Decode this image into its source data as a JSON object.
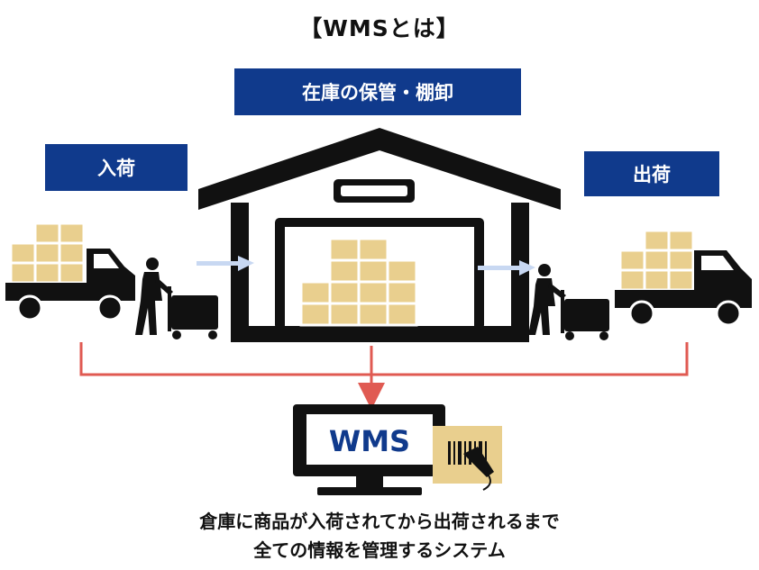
{
  "title": "【WMSとは】",
  "labels": {
    "storage": "在庫の保管・棚卸",
    "inbound": "入荷",
    "outbound": "出荷"
  },
  "monitor_text": "WMS",
  "caption": {
    "line1": "倉庫に商品が入荷されてから出荷されるまで",
    "line2": "全ての情報を管理するシステム"
  },
  "colors": {
    "label_bg": "#103a8c",
    "box": "#e9cf8e",
    "connector": "#e05a52",
    "flow_arrow": "#c8d8f2",
    "ink": "#111111"
  },
  "icons": [
    "truck-icon",
    "worker-cart-icon",
    "warehouse-icon",
    "monitor-icon",
    "barcode-scanner-icon"
  ]
}
